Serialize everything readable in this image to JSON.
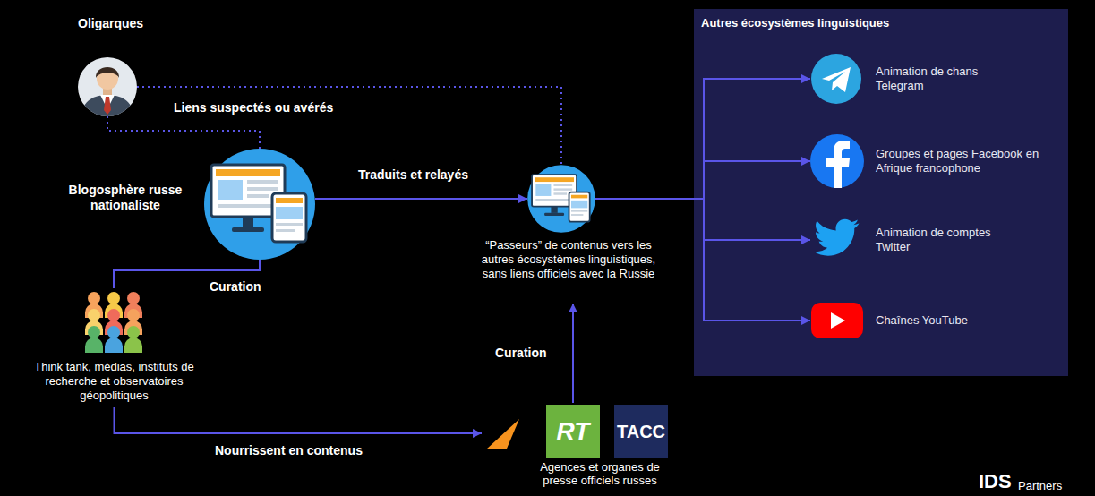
{
  "diagram": {
    "nodes": [
      {
        "text": [
          "Oligarques"
        ]
      },
      {
        "text": [
          "Blogosphère russe nationaliste"
        ]
      },
      {
        "text": [
          "“Passeurs” de contenus vers les autres écosystèmes linguistiques, sans liens officiels avec la Russie"
        ]
      },
      {
        "text": [
          "Think tank, médias, instituts de recherche et observatoires géopolitiques"
        ]
      },
      {
        "text": [
          "RT",
          "TACC",
          "Agences et organes de presse officiels russes"
        ]
      },
      {
        "text": [
          "Autres écosystèmes linguistiques"
        ]
      },
      {
        "text": [
          "Animation de chans Telegram"
        ],
        "in": 5
      },
      {
        "text": [
          "Groupes et pages Facebook en Afrique francophone"
        ],
        "in": 5
      },
      {
        "text": [
          "Animation de comptes Twitter"
        ],
        "in": 5
      },
      {
        "text": [
          "Chaînes YouTube"
        ],
        "in": 5
      }
    ],
    "edges": [
      {
        "from": 0,
        "to": 1,
        "arrow": "none",
        "label": "Liens suspectés ou avérés"
      },
      {
        "from": 0,
        "to": 2,
        "arrow": "none"
      },
      {
        "from": 1,
        "to": 2,
        "arrow": "to",
        "label": "Traduits et relayés"
      },
      {
        "from": 3,
        "to": 1,
        "arrow": "none",
        "label": "Curation"
      },
      {
        "from": 3,
        "to": 4,
        "arrow": "to",
        "label": "Nourrissent en contenus"
      },
      {
        "from": 4,
        "to": 2,
        "arrow": "to",
        "label": "Curation"
      },
      {
        "from": 2,
        "to": 6,
        "arrow": "to"
      },
      {
        "from": 2,
        "to": 7,
        "arrow": "to"
      },
      {
        "from": 2,
        "to": 8,
        "arrow": "to"
      },
      {
        "from": 2,
        "to": 9,
        "arrow": "to"
      }
    ],
    "labels": [
      "IDS",
      "Partners"
    ]
  }
}
